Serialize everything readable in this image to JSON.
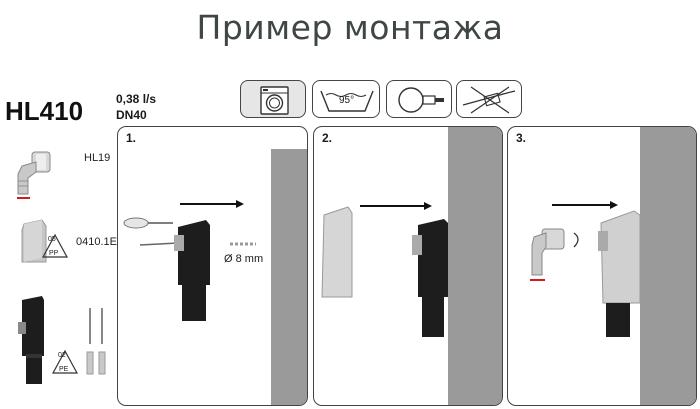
{
  "header": {
    "title": "Пример монтажа"
  },
  "product": {
    "model": "HL410",
    "flow": "0,38 l/s",
    "dn": "DN40"
  },
  "parts": [
    {
      "label": "HL19"
    },
    {
      "label": "0410.1E",
      "badge": "05",
      "badge_sub": "PP"
    },
    {
      "label": "",
      "badge": "02",
      "badge_sub": "PE"
    }
  ],
  "usage_icons": [
    {
      "name": "washing-machine-icon",
      "selected": true
    },
    {
      "name": "wash-95-icon",
      "text": "95°"
    },
    {
      "name": "siphon-connection-icon"
    },
    {
      "name": "no-hose-icon"
    }
  ],
  "steps": [
    {
      "number": "1.",
      "drill_diameter": "Ø 8 mm"
    },
    {
      "number": "2."
    },
    {
      "number": "3."
    }
  ],
  "colors": {
    "wall": "#9a9a9a",
    "panel_border": "#444444",
    "title": "#3f4743",
    "accent_red": "#d41a1a"
  }
}
